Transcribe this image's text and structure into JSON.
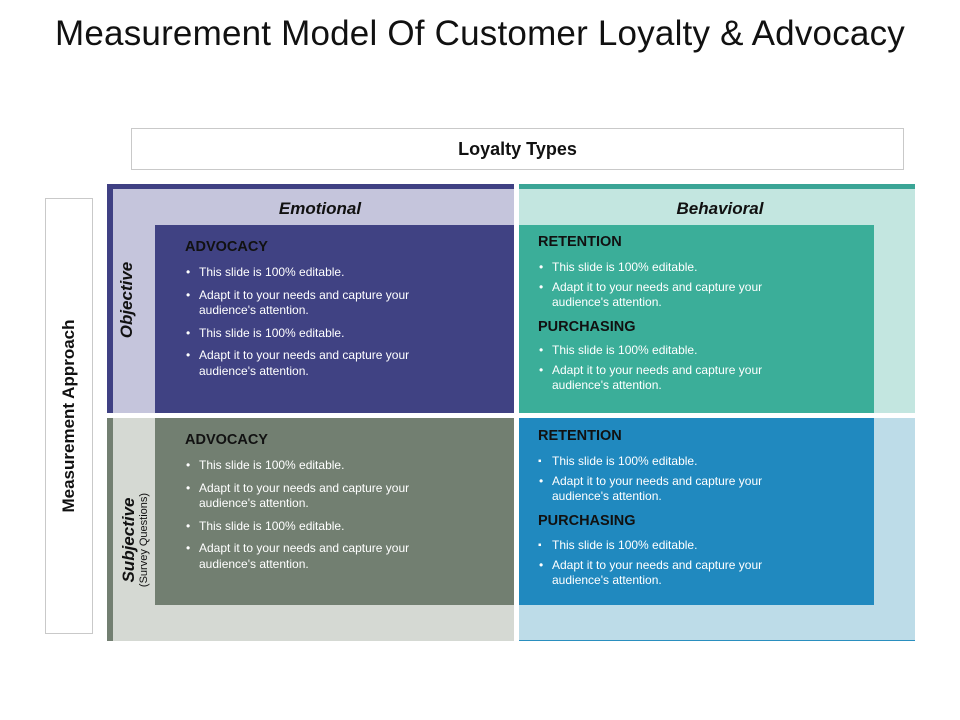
{
  "title": "Measurement Model Of Customer Loyalty & Advocacy",
  "loyalty_types": "Loyalty Types",
  "measurement_approach": "Measurement Approach",
  "columns": {
    "emotional": "Emotional",
    "behavioral": "Behavioral"
  },
  "rows": {
    "objective": "Objective",
    "subjective": "Subjective",
    "subjective_note": "(Survey Questions)"
  },
  "quadrants": {
    "emotional_objective": {
      "heading": "ADVOCACY",
      "bullets": [
        "This slide is 100% editable.",
        "Adapt it to your needs and capture your audience's attention.",
        "This slide is 100% editable.",
        "Adapt it to your needs and capture your audience's attention."
      ]
    },
    "behavioral_objective": {
      "retention_heading": "RETENTION",
      "retention_bullets": [
        "This slide is 100% editable.",
        "Adapt it to your needs and capture your audience's attention."
      ],
      "purchasing_heading": "PURCHASING",
      "purchasing_bullets": [
        "This slide is 100% editable.",
        "Adapt it to your needs and capture your audience's attention."
      ]
    },
    "emotional_subjective": {
      "heading": "ADVOCACY",
      "bullets": [
        "This slide is 100% editable.",
        "Adapt it to your needs and capture your audience's attention.",
        "This slide is 100% editable.",
        "Adapt it to your needs and capture your audience's attention."
      ]
    },
    "behavioral_subjective": {
      "retention_heading": "RETENTION",
      "retention_bullets": [
        "This slide is 100% editable.",
        "Adapt it to your needs and capture your audience's attention."
      ],
      "purchasing_heading": "PURCHASING",
      "purchasing_bullets": [
        "This slide is 100% editable.",
        "Adapt it to your needs and capture your audience's attention."
      ]
    }
  },
  "colors": {
    "emotional_objective": "#404283",
    "behavioral_objective": "#3bae99",
    "emotional_subjective": "#727f71",
    "behavioral_subjective": "#2089bf"
  }
}
